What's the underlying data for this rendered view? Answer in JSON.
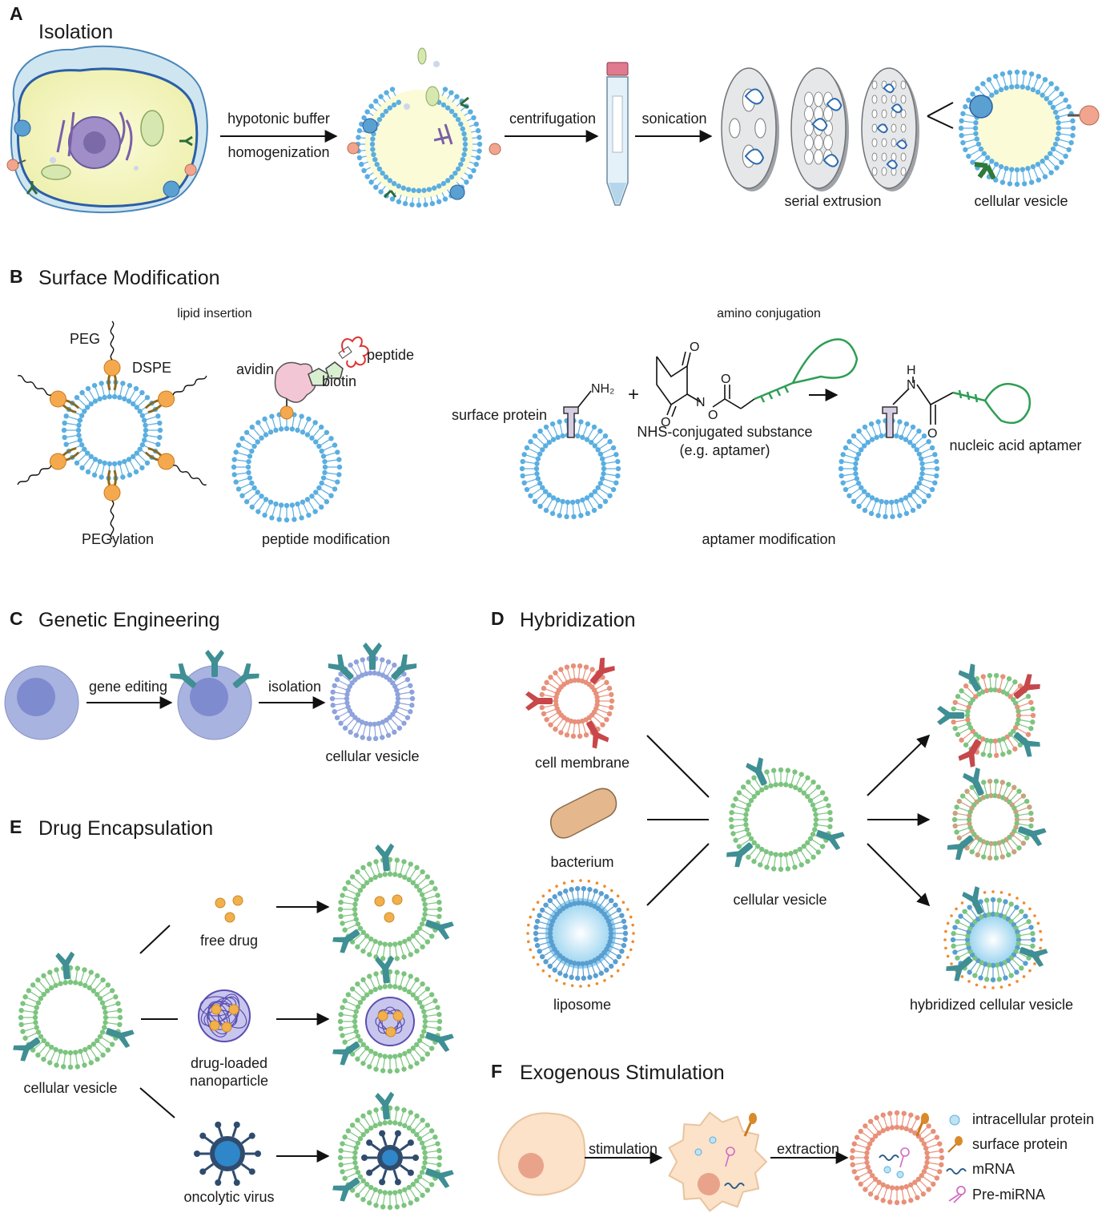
{
  "panels": {
    "a": {
      "letter": "A",
      "title": "Isolation",
      "step1_top": "hypotonic buffer",
      "step1_bottom": "homogenization",
      "step2": "centrifugation",
      "step3": "sonication",
      "extrusion_label": "serial extrusion",
      "result_label": "cellular vesicle"
    },
    "b": {
      "letter": "B",
      "title": "Surface Modification",
      "lipid_insertion": "lipid insertion",
      "amino_conjugation": "amino conjugation",
      "peg": "PEG",
      "dspe": "DSPE",
      "pegylation": "PEGylation",
      "avidin": "avidin",
      "biotin": "biotin",
      "peptide": "peptide",
      "peptide_modification": "peptide modification",
      "surface_protein": "surface protein",
      "nh2": "NH₂",
      "plus": "+",
      "nhs_line1": "NHS-conjugated substance",
      "nhs_line2": "(e.g. aptamer)",
      "atom_o": "O",
      "atom_n": "N",
      "atom_h": "H",
      "aptamer_label": "nucleic acid aptamer",
      "aptamer_modification": "aptamer modification"
    },
    "c": {
      "letter": "C",
      "title": "Genetic Engineering",
      "step1": "gene editing",
      "step2": "isolation",
      "result_label": "cellular vesicle"
    },
    "d": {
      "letter": "D",
      "title": "Hybridization",
      "cell_membrane": "cell membrane",
      "bacterium": "bacterium",
      "liposome": "liposome",
      "center_label": "cellular vesicle",
      "result_label": "hybridized cellular vesicle"
    },
    "e": {
      "letter": "E",
      "title": "Drug Encapsulation",
      "source_label": "cellular vesicle",
      "free_drug": "free drug",
      "nanoparticle_line1": "drug-loaded",
      "nanoparticle_line2": "nanoparticle",
      "virus": "oncolytic virus"
    },
    "f": {
      "letter": "F",
      "title": "Exogenous Stimulation",
      "step1": "stimulation",
      "step2": "extraction",
      "legend": [
        "intracellular protein",
        "surface protein",
        "mRNA",
        "Pre-miRNA"
      ]
    }
  },
  "colors": {
    "membrane_blue": "#5aaee0",
    "membrane_green": "#7cc47f",
    "membrane_red": "#e8907a",
    "membrane_lilac": "#8ea3dc",
    "receptor_teal": "#3f8f94",
    "receptor_red": "#c8474a",
    "cell_purple": "#a9b3e0",
    "nucleus_purple": "#7f8bcf",
    "drug_orange": "#f2b04a",
    "virus_blue": "#2f86c8",
    "stim_cell": "#fbe2c8",
    "arrow": "#111111"
  },
  "icons": [
    "flask-tube-icon",
    "extrusion-filter-icon",
    "antibody-receptor-icon",
    "orange-dot-drug-icon",
    "virus-icon",
    "bacterium-icon"
  ]
}
